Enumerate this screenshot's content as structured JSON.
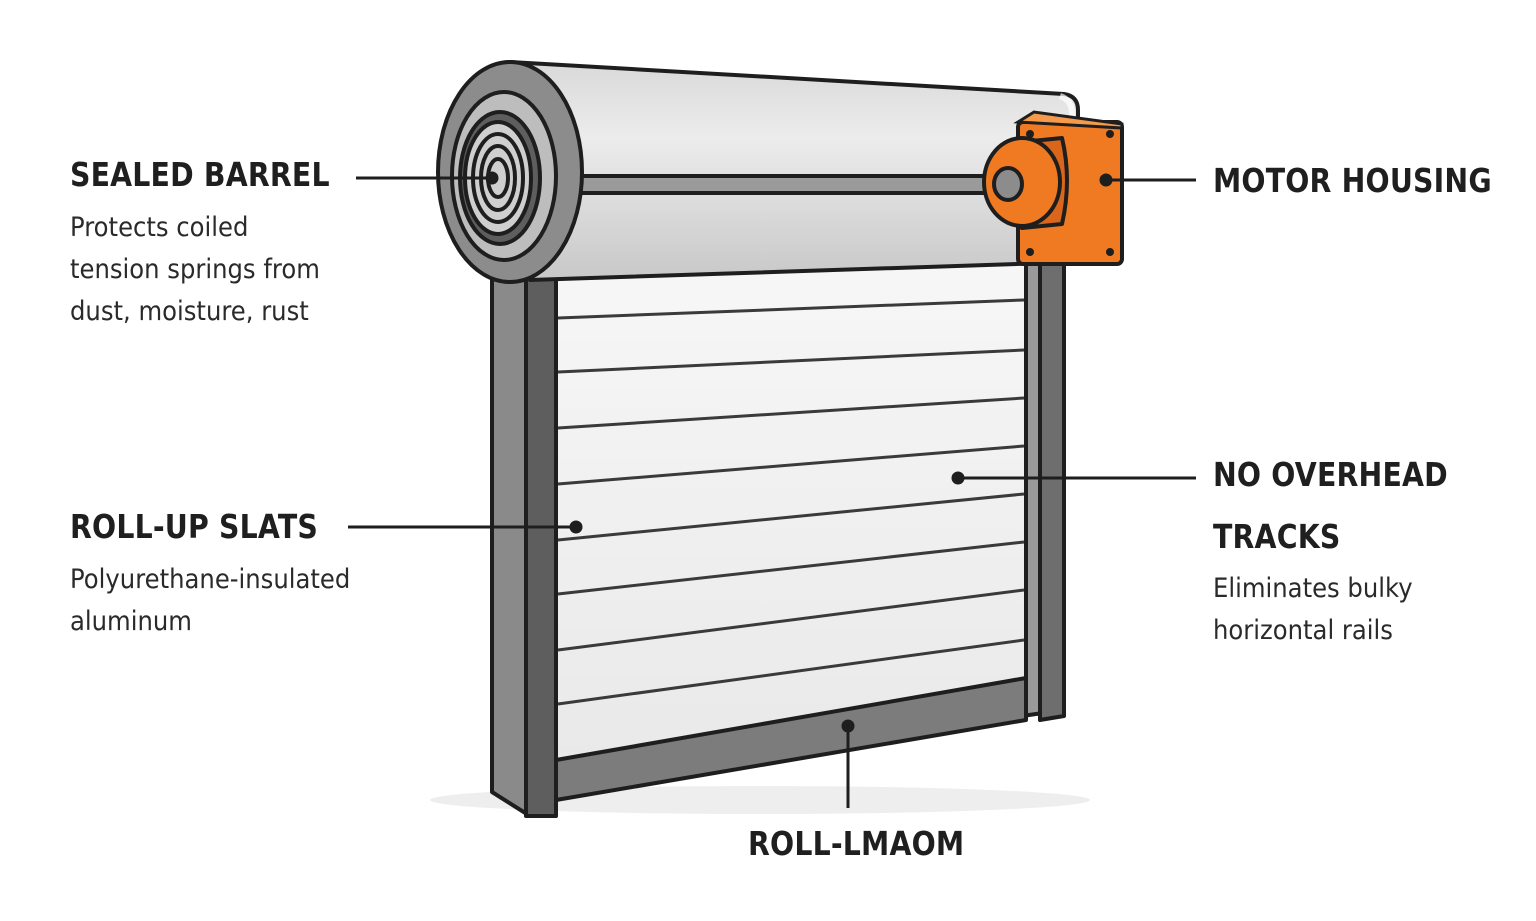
{
  "callouts": {
    "sealed_barrel": {
      "title": "SEALED BARREL",
      "desc": "Protects coiled\ntension springs from\ndust, moisture, rust"
    },
    "motor_housing": {
      "title": "MOTOR HOUSING"
    },
    "roll_up_slats": {
      "title": "ROLL-UP SLATS",
      "desc": "Polyurethane-insulated\naluminum"
    },
    "no_overhead_tracks": {
      "title": "NO OVERHEAD\nTRACKS",
      "desc": "Eliminates bulky\nhorizontal rails"
    },
    "bottom": {
      "title": "ROLL-LMAOM"
    }
  },
  "colors": {
    "outline": "#1e1e1e",
    "frame": "#8a8a8a",
    "frame_dark": "#5f5f5f",
    "barrel": "#e3e3e3",
    "slats": "#f3f3f3",
    "motor": "#f07a22",
    "motor_dark": "#c95f12",
    "leader": "#1e1e1e"
  }
}
